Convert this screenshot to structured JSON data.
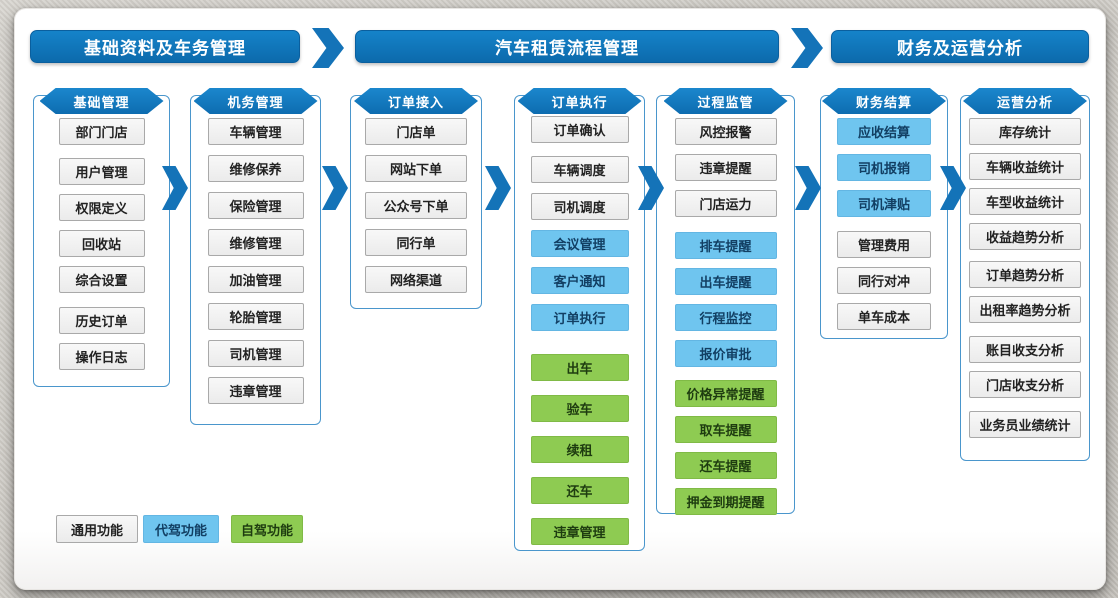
{
  "banners": [
    {
      "label": "基础资料及车务管理"
    },
    {
      "label": "汽车租赁流程管理"
    },
    {
      "label": "财务及运营分析"
    }
  ],
  "columns": [
    {
      "title": "基础管理",
      "items": [
        {
          "label": "部门门店",
          "type": "common"
        },
        {
          "label": "用户管理",
          "type": "common"
        },
        {
          "label": "权限定义",
          "type": "common"
        },
        {
          "label": "回收站",
          "type": "common"
        },
        {
          "label": "综合设置",
          "type": "common"
        },
        {
          "label": "历史订单",
          "type": "common"
        },
        {
          "label": "操作日志",
          "type": "common"
        }
      ]
    },
    {
      "title": "机务管理",
      "items": [
        {
          "label": "车辆管理",
          "type": "common"
        },
        {
          "label": "维修保养",
          "type": "common"
        },
        {
          "label": "保险管理",
          "type": "common"
        },
        {
          "label": "维修管理",
          "type": "common"
        },
        {
          "label": "加油管理",
          "type": "common"
        },
        {
          "label": "轮胎管理",
          "type": "common"
        },
        {
          "label": "司机管理",
          "type": "common"
        },
        {
          "label": "违章管理",
          "type": "common"
        }
      ]
    },
    {
      "title": "订单接入",
      "items": [
        {
          "label": "门店单",
          "type": "common"
        },
        {
          "label": "网站下单",
          "type": "common"
        },
        {
          "label": "公众号下单",
          "type": "common"
        },
        {
          "label": "同行单",
          "type": "common"
        },
        {
          "label": "网络渠道",
          "type": "common"
        }
      ]
    },
    {
      "title": "订单执行",
      "items": [
        {
          "label": "订单确认",
          "type": "common"
        },
        {
          "label": "车辆调度",
          "type": "common"
        },
        {
          "label": "司机调度",
          "type": "common"
        },
        {
          "label": "会议管理",
          "type": "chauffeur"
        },
        {
          "label": "客户通知",
          "type": "chauffeur"
        },
        {
          "label": "订单执行",
          "type": "chauffeur"
        },
        {
          "label": "出车",
          "type": "selfdrive"
        },
        {
          "label": "验车",
          "type": "selfdrive"
        },
        {
          "label": "续租",
          "type": "selfdrive"
        },
        {
          "label": "还车",
          "type": "selfdrive"
        },
        {
          "label": "违章管理",
          "type": "selfdrive"
        }
      ]
    },
    {
      "title": "过程监管",
      "items": [
        {
          "label": "风控报警",
          "type": "common"
        },
        {
          "label": "违章提醒",
          "type": "common"
        },
        {
          "label": "门店运力",
          "type": "common"
        },
        {
          "label": "排车提醒",
          "type": "chauffeur"
        },
        {
          "label": "出车提醒",
          "type": "chauffeur"
        },
        {
          "label": "行程监控",
          "type": "chauffeur"
        },
        {
          "label": "报价审批",
          "type": "chauffeur"
        },
        {
          "label": "价格异常提醒",
          "type": "selfdrive"
        },
        {
          "label": "取车提醒",
          "type": "selfdrive"
        },
        {
          "label": "还车提醒",
          "type": "selfdrive"
        },
        {
          "label": "押金到期提醒",
          "type": "selfdrive"
        }
      ]
    },
    {
      "title": "财务结算",
      "items": [
        {
          "label": "应收结算",
          "type": "chauffeur"
        },
        {
          "label": "司机报销",
          "type": "chauffeur"
        },
        {
          "label": "司机津贴",
          "type": "chauffeur"
        },
        {
          "label": "管理费用",
          "type": "common"
        },
        {
          "label": "同行对冲",
          "type": "common"
        },
        {
          "label": "单车成本",
          "type": "common"
        }
      ]
    },
    {
      "title": "运营分析",
      "items": [
        {
          "label": "库存统计",
          "type": "common"
        },
        {
          "label": "车辆收益统计",
          "type": "common"
        },
        {
          "label": "车型收益统计",
          "type": "common"
        },
        {
          "label": "收益趋势分析",
          "type": "common"
        },
        {
          "label": "订单趋势分析",
          "type": "common"
        },
        {
          "label": "出租率趋势分析",
          "type": "common"
        },
        {
          "label": "账目收支分析",
          "type": "common"
        },
        {
          "label": "门店收支分析",
          "type": "common"
        },
        {
          "label": "业务员业绩统计",
          "type": "common"
        }
      ]
    }
  ],
  "legend": [
    {
      "label": "通用功能",
      "type": "common"
    },
    {
      "label": "代驾功能",
      "type": "chauffeur"
    },
    {
      "label": "自驾功能",
      "type": "selfdrive"
    }
  ],
  "colors": {
    "header_blue": "#0e72b8",
    "flow_arrow_blue": "#1473b8",
    "column_border_blue": "#4a96cc",
    "common_box_bg": "#f2f2f2",
    "common_box_border": "#a9a9a9",
    "chauffeur_box_blue": "#6fc5ef",
    "self_drive_box_green": "#8ecb52"
  }
}
